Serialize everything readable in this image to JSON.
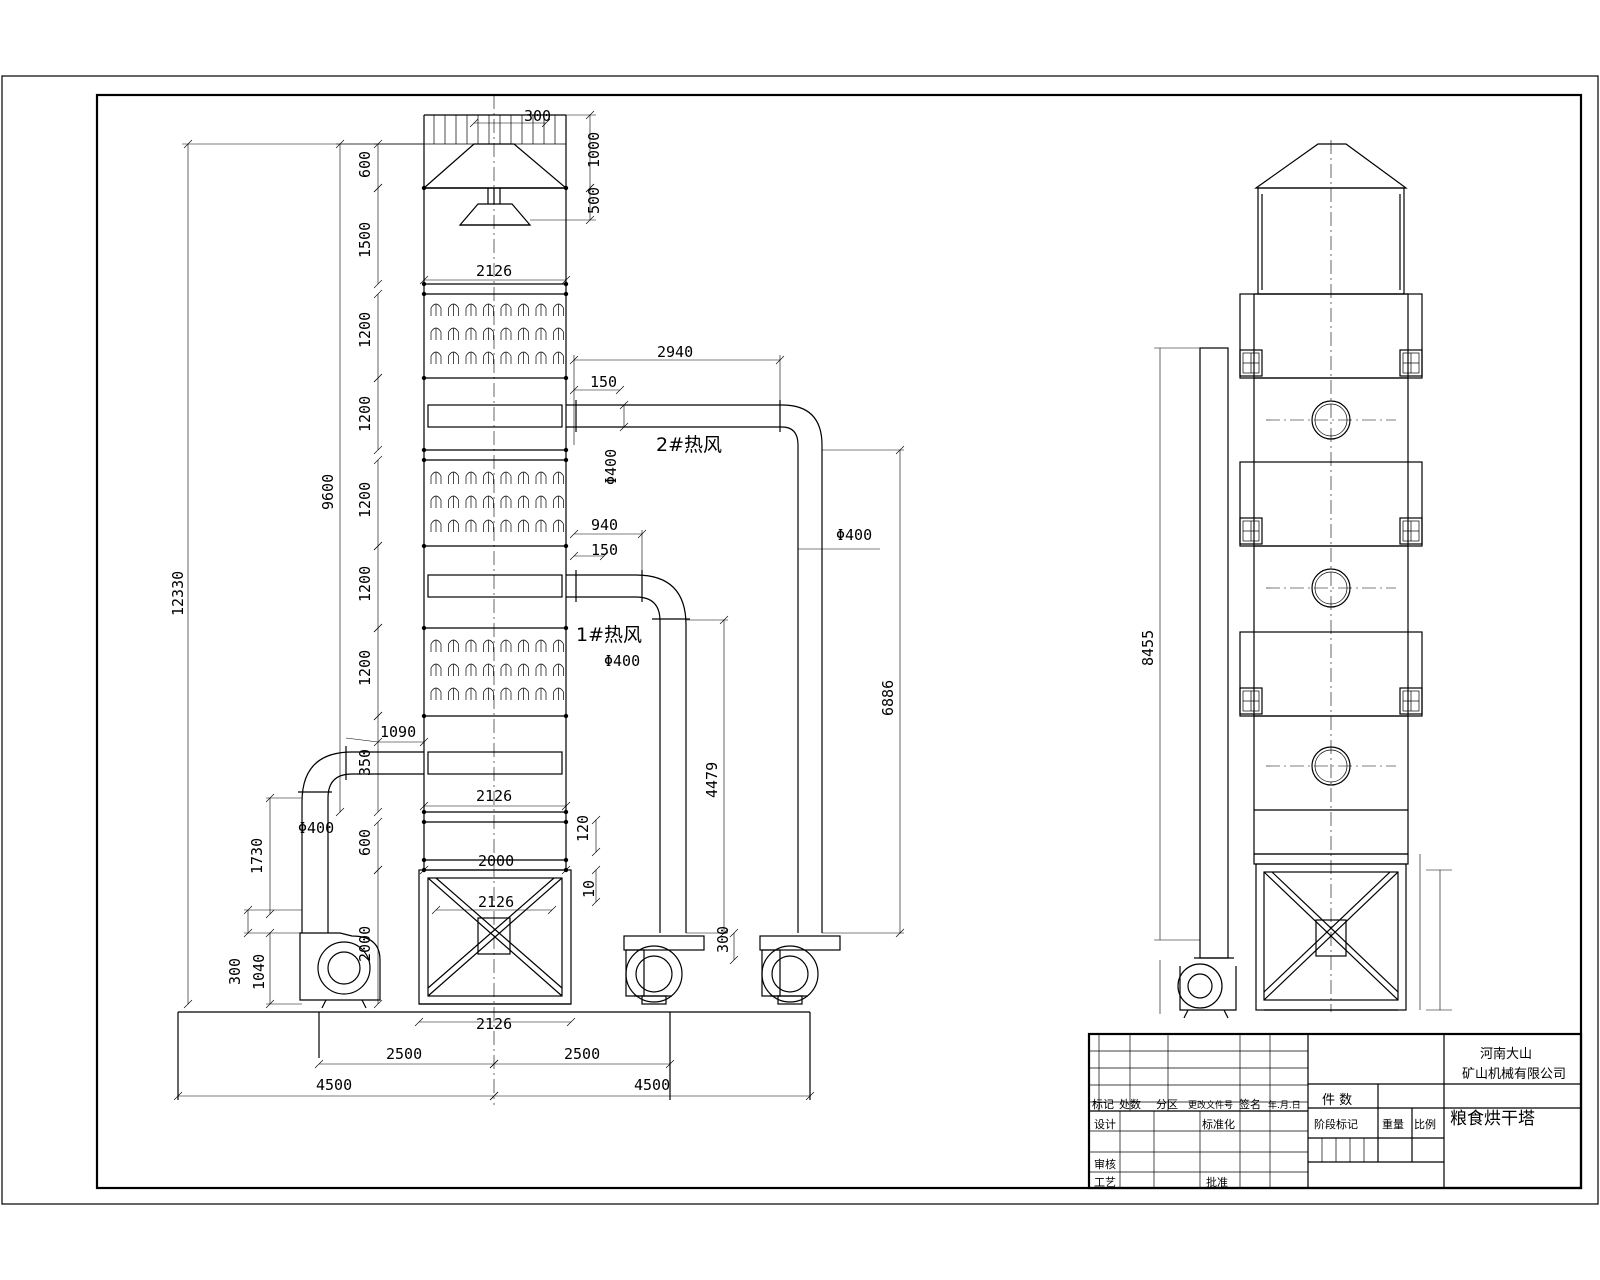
{
  "front_view": {
    "dims": {
      "top_width": "300",
      "hood_1000": "1000",
      "hood_500": "500",
      "d600_top": "600",
      "d1500": "1500",
      "d1200_a": "1200",
      "d1200_b": "1200",
      "d1200_c": "1200",
      "d1200_d": "1200",
      "d1200_e": "1200",
      "d350": "350",
      "d600_bot": "600",
      "d2000_base": "2000",
      "h9600": "9600",
      "h12330": "12330",
      "w2126_a": "2126",
      "w2126_b": "2126",
      "w2126_c": "2126",
      "w2126_d": "2126",
      "w2000": "2000",
      "d120": "120",
      "d10": "10",
      "h2940": "2940",
      "h150_a": "150",
      "phi400_a": "Φ400",
      "phi400_b": "Φ400",
      "phi400_c": "Φ400",
      "phi400_d": "Φ400",
      "h940": "940",
      "h150_b": "150",
      "h6886": "6886",
      "h4479": "4479",
      "h1090": "1090",
      "h1730": "1730",
      "h300_a": "300",
      "h1040": "1040",
      "h300_b": "300",
      "base_2500_a": "2500",
      "base_2500_b": "2500",
      "base_4500_a": "4500",
      "base_4500_b": "4500"
    },
    "labels": {
      "hot_air_2": "2#热风",
      "hot_air_1": "1#热风"
    }
  },
  "side_view": {
    "dims": {
      "h8455": "8455"
    }
  },
  "title_block": {
    "company_line1": "河南大山",
    "company_line2": "矿山机械有限公司",
    "drawing_title": "粮食烘干塔",
    "count_label": "件 数",
    "stage_label": "阶段标记",
    "weight_label": "重量",
    "scale_label": "比例",
    "row_labels": {
      "mark": "标记",
      "count": "处数",
      "zone": "分区",
      "change_doc": "更改文件号",
      "sign": "签名",
      "date": "年.月.日",
      "design": "设计",
      "standard": "标准化",
      "review": "审核",
      "craft": "工艺",
      "approve": "批准"
    }
  }
}
